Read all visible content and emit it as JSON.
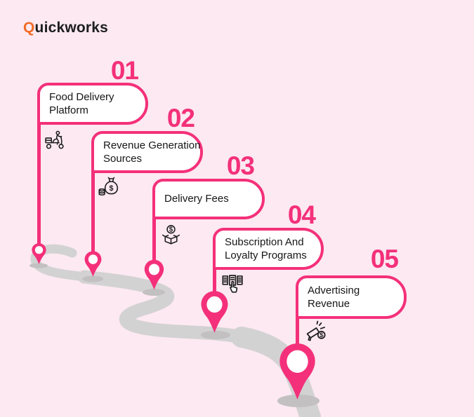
{
  "brand": {
    "name": "Quickworks",
    "logo_initial": "Q",
    "logo_rest": "uickworks"
  },
  "steps": [
    {
      "number": "01",
      "title": "Food Delivery Platform",
      "line1": "Food Delivery",
      "line2": "Platform",
      "icon": "delivery-scooter-icon"
    },
    {
      "number": "02",
      "title": "Revenue Generation Sources",
      "line1": "Revenue Generation",
      "line2": "Sources",
      "icon": "money-bag-icon"
    },
    {
      "number": "03",
      "title": "Delivery Fees",
      "line1": "Delivery Fees",
      "line2": "",
      "icon": "coin-box-icon"
    },
    {
      "number": "04",
      "title": "Subscription And Loyalty Programs",
      "line1": "Subscription And",
      "line2": "Loyalty Programs",
      "icon": "loyalty-cards-icon"
    },
    {
      "number": "05",
      "title": "Advertising Revenue",
      "line1": "Advertising",
      "line2": "Revenue",
      "icon": "megaphone-coin-icon"
    }
  ],
  "colors": {
    "background": "#fce9f1",
    "accent": "#f4307a",
    "road": "#d3d2d3",
    "pin_shadow": "#c2c0c1",
    "logo_orange": "#f26b25",
    "text": "#1d1d1d"
  }
}
